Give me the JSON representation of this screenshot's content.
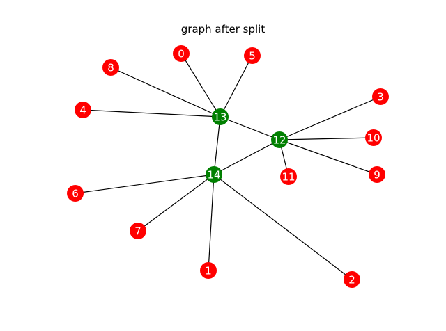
{
  "title": "graph after split",
  "colors": {
    "hub": "#008000",
    "leaf": "#ff0000",
    "edge": "#000000",
    "label": "#ffffff"
  },
  "nodes": [
    {
      "id": "0",
      "kind": "leaf"
    },
    {
      "id": "1",
      "kind": "leaf"
    },
    {
      "id": "2",
      "kind": "leaf"
    },
    {
      "id": "3",
      "kind": "leaf"
    },
    {
      "id": "4",
      "kind": "leaf"
    },
    {
      "id": "5",
      "kind": "leaf"
    },
    {
      "id": "6",
      "kind": "leaf"
    },
    {
      "id": "7",
      "kind": "leaf"
    },
    {
      "id": "8",
      "kind": "leaf"
    },
    {
      "id": "9",
      "kind": "leaf"
    },
    {
      "id": "10",
      "kind": "leaf"
    },
    {
      "id": "11",
      "kind": "leaf"
    },
    {
      "id": "12",
      "kind": "hub"
    },
    {
      "id": "13",
      "kind": "hub"
    },
    {
      "id": "14",
      "kind": "hub"
    }
  ],
  "edges": [
    [
      "13",
      "0"
    ],
    [
      "13",
      "5"
    ],
    [
      "13",
      "8"
    ],
    [
      "13",
      "4"
    ],
    [
      "13",
      "12"
    ],
    [
      "13",
      "14"
    ],
    [
      "12",
      "3"
    ],
    [
      "12",
      "10"
    ],
    [
      "12",
      "9"
    ],
    [
      "12",
      "11"
    ],
    [
      "12",
      "14"
    ],
    [
      "14",
      "6"
    ],
    [
      "14",
      "7"
    ],
    [
      "14",
      "1"
    ],
    [
      "14",
      "2"
    ]
  ]
}
